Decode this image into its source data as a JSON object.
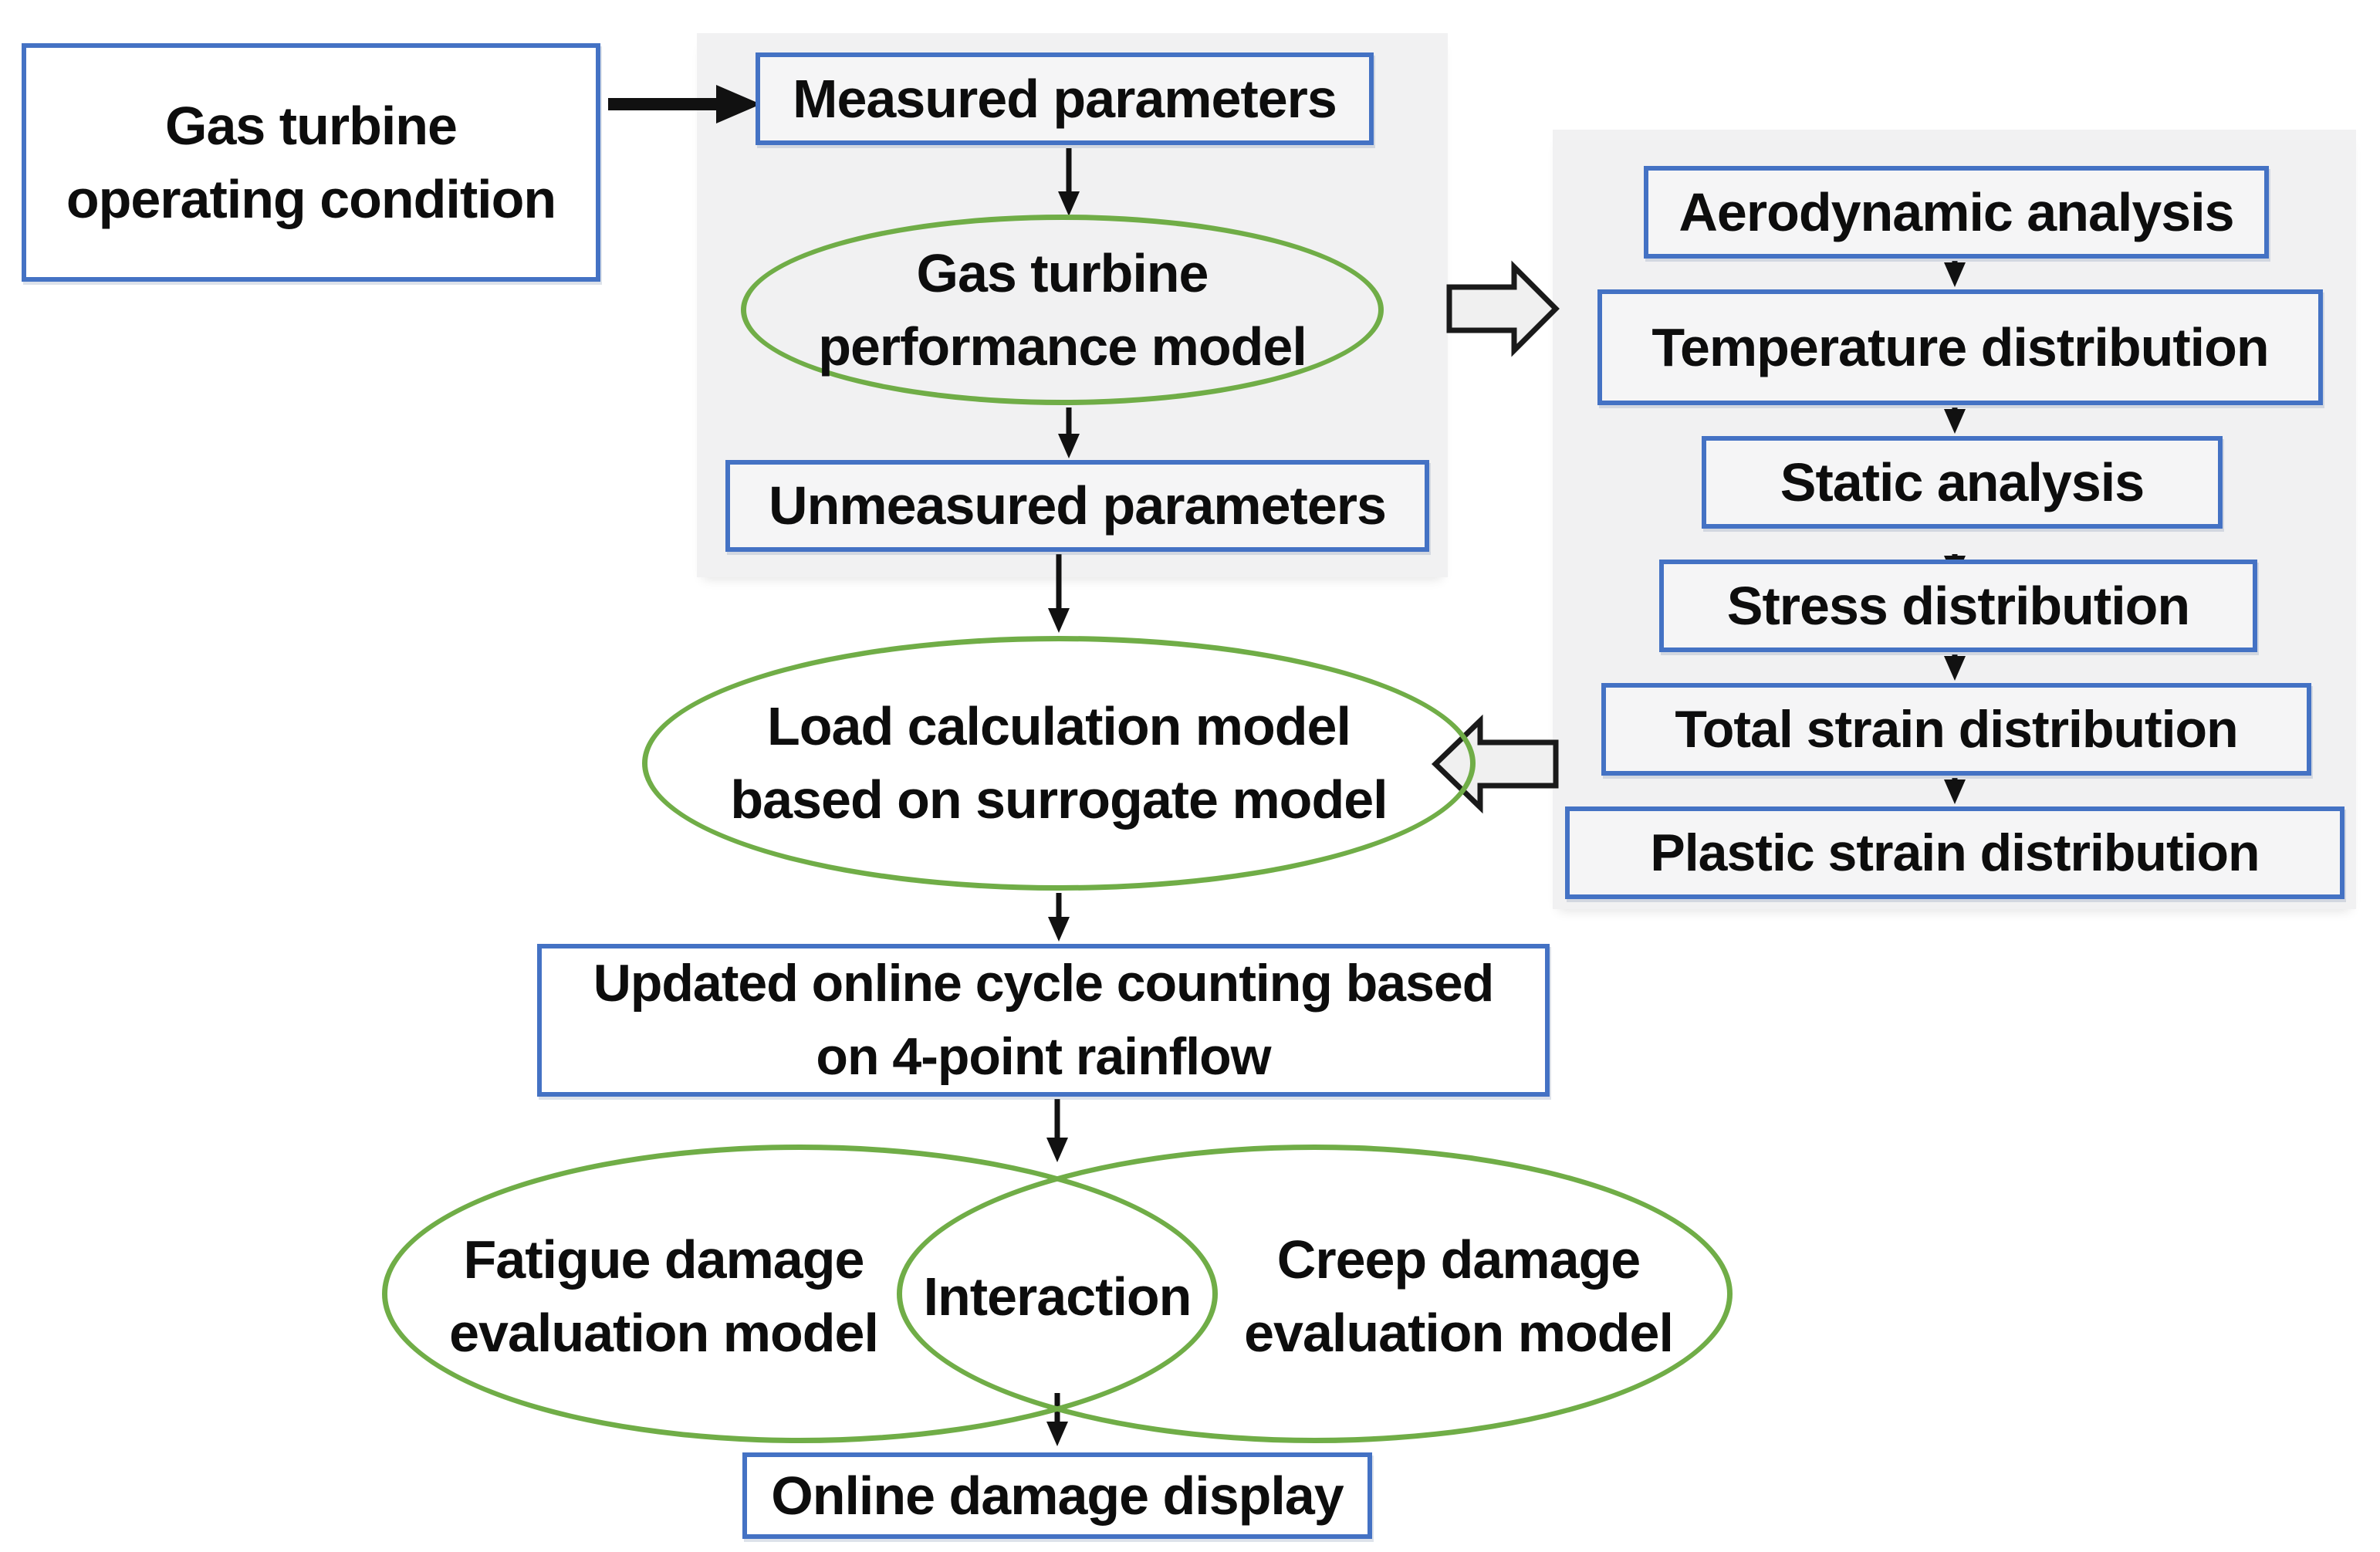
{
  "title": "Gas turbine online damage evaluation flowchart",
  "colors": {
    "box_border_blue": "#4472C4",
    "ellipse_green": "#70AD47",
    "panel_gray": "#F1F1F2",
    "arrow_black": "#111111",
    "block_arrow_fill": "#F0F0F0",
    "text": "#0D0D0D",
    "background": "#FFFFFF"
  },
  "nodes": {
    "operating_condition": {
      "label": "Gas turbine\noperating condition"
    },
    "measured": {
      "label": "Measured parameters"
    },
    "performance": {
      "label": "Gas turbine\nperformance model"
    },
    "unmeasured": {
      "label": "Unmeasured parameters"
    },
    "aerodynamic": {
      "label": "Aerodynamic analysis"
    },
    "temperature": {
      "label": "Temperature distribution"
    },
    "static_analysis": {
      "label": "Static analysis"
    },
    "stress": {
      "label": "Stress distribution"
    },
    "total_strain": {
      "label": "Total strain distribution"
    },
    "plastic_strain": {
      "label": "Plastic strain distribution"
    },
    "load": {
      "label": "Load calculation model\nbased on surrogate model"
    },
    "rainflow": {
      "label": "Updated online cycle counting based\non 4-point rainflow"
    },
    "fatigue": {
      "label": "Fatigue damage\nevaluation model"
    },
    "interaction": {
      "label": "Interaction"
    },
    "creep": {
      "label": "Creep damage\nevaluation model"
    },
    "display": {
      "label": "Online damage display"
    }
  }
}
